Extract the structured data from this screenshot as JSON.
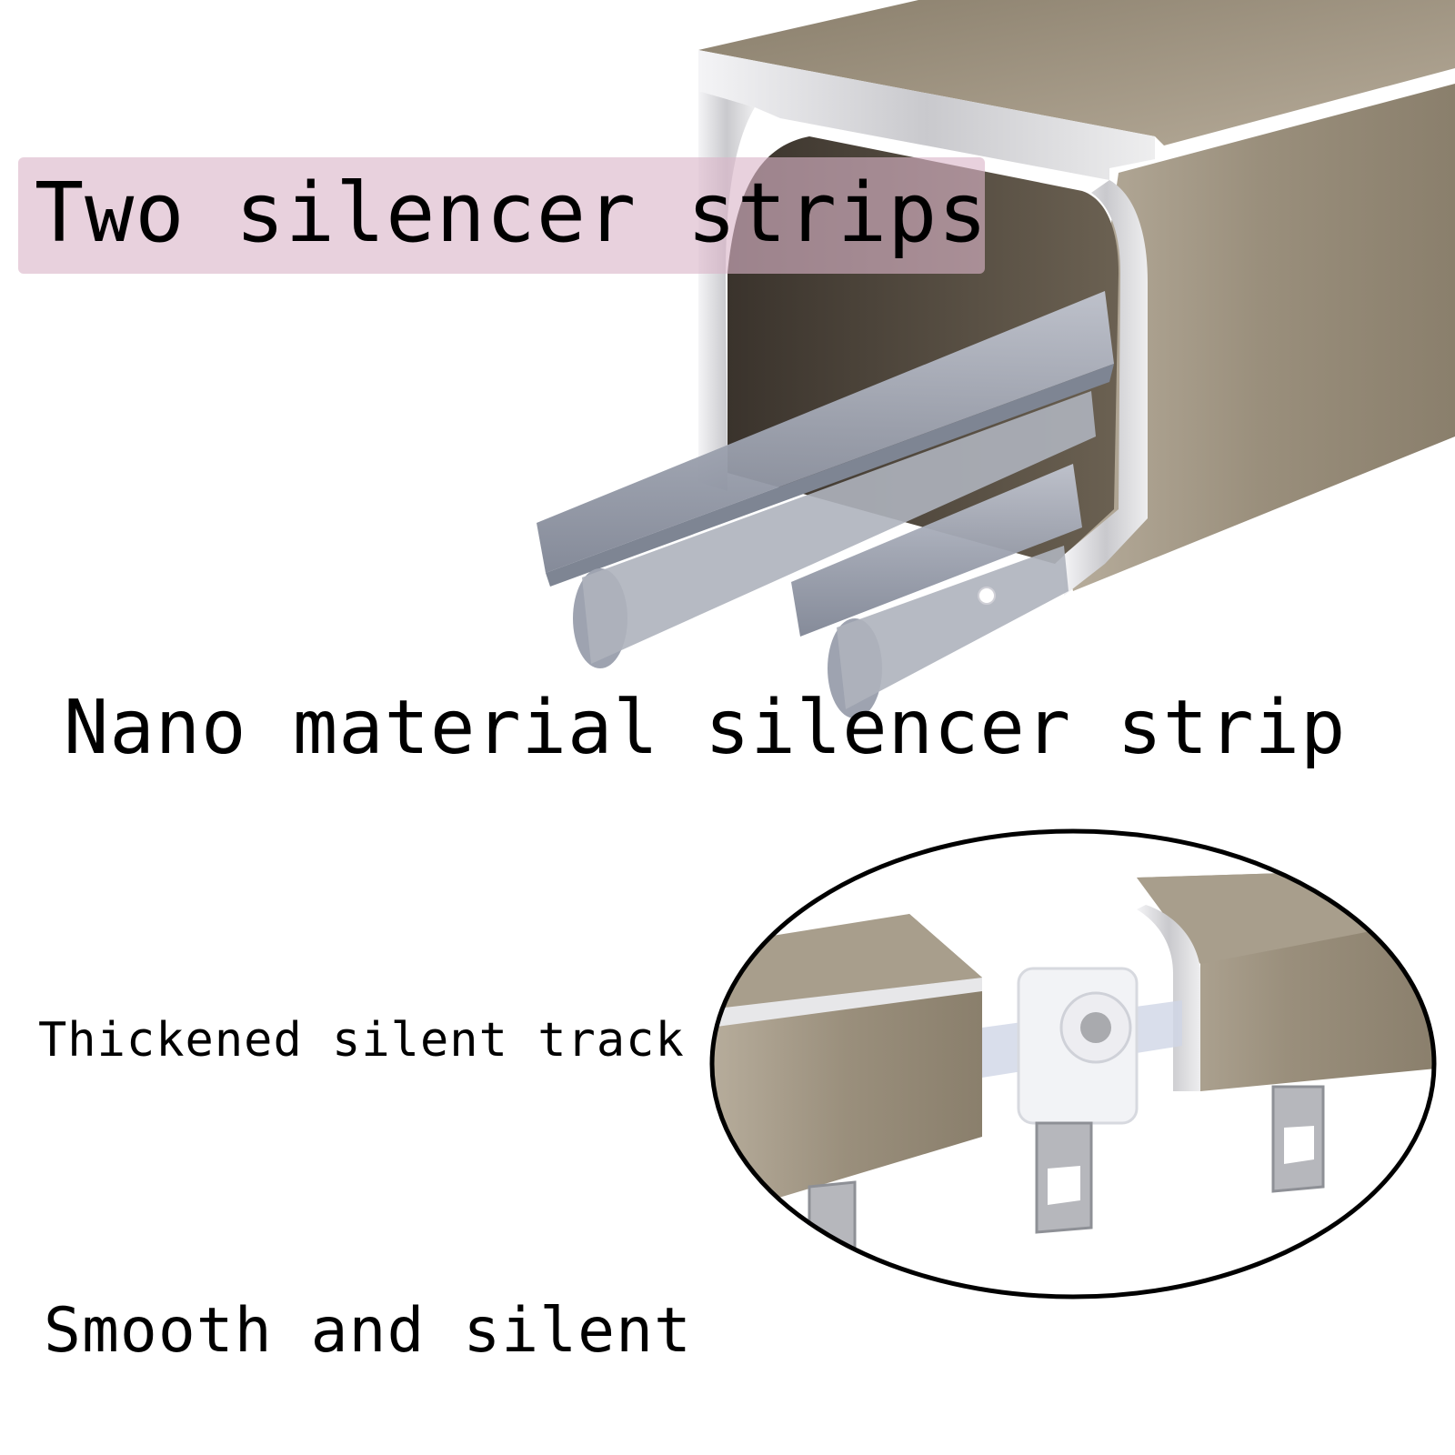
{
  "headline": {
    "text": "Two silencer strips"
  },
  "captions": {
    "main": "Nano material silencer strip",
    "track": "Thickened silent track",
    "smooth": "Smooth and silent"
  },
  "colors": {
    "rail_taupe": "#9a8f7c",
    "rail_dark": "#5a5146",
    "rail_silver": "#e4e4e6",
    "strip_grey": "#a3a8b5",
    "headline_band": "#dab4c8",
    "ring": "#000000"
  }
}
